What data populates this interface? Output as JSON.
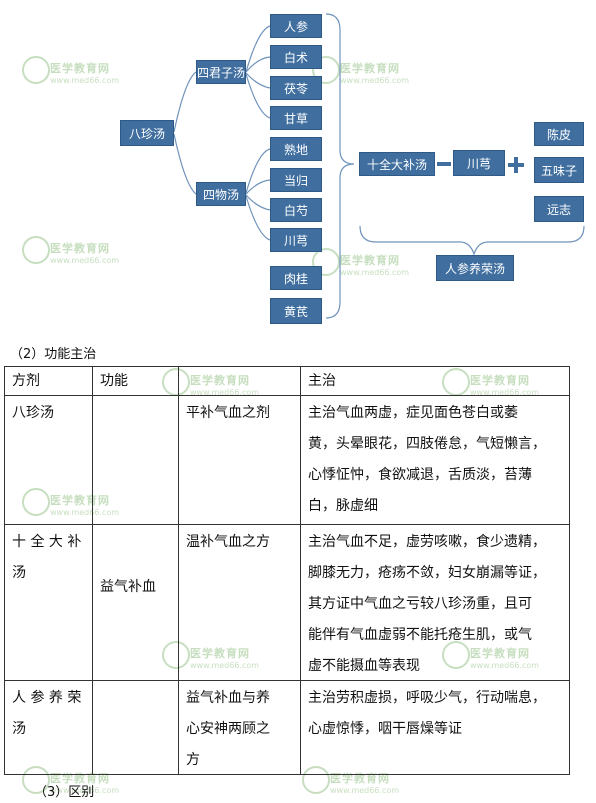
{
  "diagram": {
    "root": "八珍汤",
    "group1": "四君子汤",
    "group1_items": [
      "人参",
      "白术",
      "茯苓",
      "甘草"
    ],
    "group2": "四物汤",
    "group2_items": [
      "熟地",
      "当归",
      "白芍",
      "川芎"
    ],
    "extras": [
      "肉桂",
      "黄芪"
    ],
    "result1": "十全大补汤",
    "minus_item": "川芎",
    "plus_items": [
      "陈皮",
      "五味子",
      "远志"
    ],
    "result2": "人参养荣汤"
  },
  "heading2": "（2）功能主治",
  "table": {
    "headers": [
      "方剂",
      "功能",
      "主治"
    ],
    "shared_function": "益气补血",
    "rows": [
      {
        "name_lines": [
          "八珍汤"
        ],
        "sub_lines": [
          "平补气血之剂"
        ],
        "main_lines": [
          "主治气血两虚，症见面色苍白或萎",
          "黄，头晕眼花，四肢倦怠，气短懒言，",
          "心悸怔忡，食欲减退，舌质淡，苔薄",
          "白，脉虚细"
        ]
      },
      {
        "name_lines": [
          "十 全 大 补",
          "汤"
        ],
        "sub_lines": [
          "温补气血之方"
        ],
        "main_lines": [
          "主治气血不足，虚劳咳嗽，食少遗精，",
          "脚膝无力，疮疡不敛，妇女崩漏等证，",
          "其方证中气血之亏较八珍汤重，且可",
          "能伴有气血虚弱不能托疮生肌，或气",
          "虚不能摄血等表现"
        ]
      },
      {
        "name_lines": [
          "人 参 养 荣",
          "汤"
        ],
        "sub_lines": [
          "益气补血与养",
          "心安神两顾之",
          "方"
        ],
        "main_lines": [
          "主治劳积虚损，呼吸少气，行动喘息，",
          "心虚惊悸，咽干唇燥等证"
        ]
      }
    ]
  },
  "heading3": "（3）区别",
  "watermark": {
    "title": "医学教育网",
    "url": "www.med66.com"
  }
}
